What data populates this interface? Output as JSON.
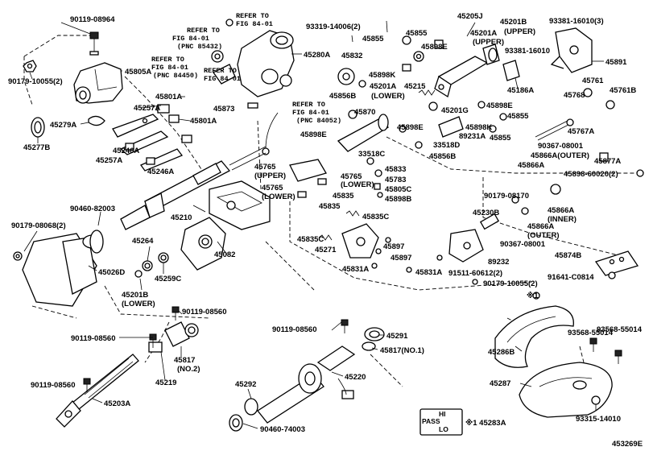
{
  "labels": {
    "p90119_08964": "90119-08964",
    "p90179_10055_2_top": "90179-10055(2)",
    "p45805A": "45805A",
    "p45279A": "45279A",
    "p45277B": "45277B",
    "p45257A_1": "45257A",
    "p45801A_1": "45801A",
    "p45801A_2": "45801A",
    "p45246A_1": "45246A",
    "p45257A_2": "45257A",
    "p45246A_2": "45246A",
    "p45280A": "45280A",
    "p45873": "45873",
    "p93319": "93319-14006(2)",
    "p45855_a": "45855",
    "p45855_b": "45855",
    "p45832": "45832",
    "p45898E_1": "45898E",
    "p45898K": "45898K",
    "p45205J": "45205J",
    "p45201B": "45201B",
    "p_upper_1": "(UPPER)",
    "p45201A_up": "45201A",
    "p_upper_2": "(UPPER)",
    "p93381_16010_3": "93381-16010(3)",
    "p93381_16010": "93381-16010",
    "p45891": "45891",
    "p45186A": "45186A",
    "p45761": "45761",
    "p45761B": "45761B",
    "p45856B_1": "45856B",
    "p45201A_low": "45201A",
    "p_lower_1": "(LOWER)",
    "p45215": "45215",
    "p45201G": "45201G",
    "p45898E_2": "45898E",
    "p45768": "45768",
    "p45855_c": "45855",
    "p45870": "45870",
    "p45898E_3": "45898E",
    "p45898E_4": "45898E",
    "p45898K_2": "45898K",
    "p89231A": "89231A",
    "p45855_d": "45855",
    "p45767A": "45767A",
    "p90367_08001": "90367-08001",
    "p45866A_outer": "45866A(OUTER)",
    "p33518C": "33518C",
    "p33518D": "33518D",
    "p45856B_2": "45856B",
    "p45866A_1": "45866A",
    "p45877A": "45877A",
    "p45898_60020": "45898-60020(2)",
    "p45765_up": "45765",
    "p_upper_3": "(UPPER)",
    "p45765_low": "45765",
    "p_lower_2": "(LOWER)",
    "p45765_b": "45765",
    "p_lower_3": "(LOWER)",
    "p45833": "45833",
    "p45783": "45783",
    "p45805C": "45805C",
    "p45835_1": "45835",
    "p45898B": "45898B",
    "p90179_08170": "90179-08170",
    "p45866A_inner": "45866A",
    "p_inner": "(INNER)",
    "p90460_82003": "90460-82003",
    "p90179_08068": "90179-08068(2)",
    "p45210": "45210",
    "p45835_2": "45835",
    "p45835C_1": "45835C",
    "p45230B": "45230B",
    "p45866A_2": "45866A",
    "p_outer": "(OUTER)",
    "p90367_08001_b": "90367-08001",
    "p45264": "45264",
    "p45082": "45082",
    "p45835C_2": "45835C",
    "p45271": "45271",
    "p45897_1": "45897",
    "p45897_2": "45897",
    "p45874B": "45874B",
    "p45026D": "45026D",
    "p45259C": "45259C",
    "p89232": "89232",
    "p91511": "91511-60612(2)",
    "p45831A_1": "45831A",
    "p45831A_2": "45831A",
    "p91641": "91641-C0814",
    "p45201B_low": "45201B",
    "p_lower_4": "(LOWER)",
    "p90179_10055_2_b": "90179-10055(2)",
    "p90119_08560_1": "90119-08560",
    "p90119_08560_2": "90119-08560",
    "p90119_08560_3": "90119-08560",
    "p90119_08560_4": "90119-08560",
    "p45291": "45291",
    "p45817_no1": "45817(NO.1)",
    "p45817": "45817",
    "p_no2": "(NO.2)",
    "p45219": "45219",
    "p45220": "45220",
    "p45292": "45292",
    "p45203A": "45203A",
    "p90460_74003": "90460-74003",
    "p45283A": "※1 45283A",
    "p_note1": "※1",
    "p93568_a": "93568-55014",
    "p93568_b": "93568-55014",
    "p45286B": "45286B",
    "p45287": "45287",
    "p93315": "93315-14010",
    "p_code": "453269E",
    "passlo": "PASS",
    "lo": "LO",
    "hi": "HI"
  },
  "refs": [
    {
      "l1": "REFER TO",
      "l2": "FIG 84-01",
      "l3": ""
    },
    {
      "l1": "REFER TO",
      "l2": "FIG 84-01",
      "l3": "(PNC 85432)"
    },
    {
      "l1": "REFER TO",
      "l2": "FIG 84-01",
      "l3": "(PNC 84450)"
    },
    {
      "l1": "REFER TO",
      "l2": "FIG 84-01",
      "l3": ""
    },
    {
      "l1": "REFER TO",
      "l2": "FIG 84-01",
      "l3": "(PNC 84052)"
    }
  ],
  "icons": [
    "bolt-icon",
    "washer-icon",
    "nut-icon",
    "screw-icon",
    "cover-icon"
  ]
}
